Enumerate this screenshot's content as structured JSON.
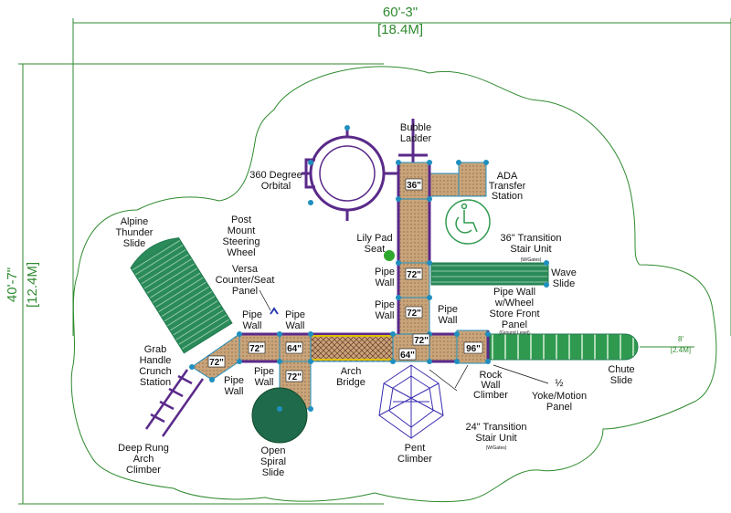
{
  "dimensions": {
    "width_ft": "60'-3\"",
    "width_m": "[18.4M]",
    "depth_ft": "40'-7\"",
    "depth_m": "[12.4M]",
    "slide_ft": "8'",
    "slide_m": "[2.4M]"
  },
  "labels": {
    "bubble_ladder": [
      "Bubble",
      "Ladder"
    ],
    "ada_transfer": [
      "ADA",
      "Transfer",
      "Station"
    ],
    "orbital": [
      "360 Degree",
      "Orbital"
    ],
    "alpine_slide": [
      "Alpine",
      "Thunder",
      "Slide"
    ],
    "post_mount": [
      "Post",
      "Mount",
      "Steering",
      "Wheel"
    ],
    "lily_pad": [
      "Lily Pad",
      "Seat"
    ],
    "transition_36": [
      "36\" Transition",
      "Stair Unit"
    ],
    "transition_36_note": "(W/Gates)",
    "versa_counter": [
      "Versa",
      "Counter/Seat",
      "Panel"
    ],
    "pipe_wall_center_top": [
      "Pipe",
      "Wall"
    ],
    "wave_slide": [
      "Wave",
      "Slide"
    ],
    "pipe_wall_wheel": [
      "Pipe Wall",
      "w/Wheel"
    ],
    "pipe_wall_center_mid": [
      "Pipe",
      "Wall"
    ],
    "pipe_wall_right": [
      "Pipe",
      "Wall"
    ],
    "store_front": [
      "Store Front",
      "Panel"
    ],
    "store_front_note": "(Ground Level)",
    "pipe_wall_left_a": [
      "Pipe",
      "Wall"
    ],
    "pipe_wall_left_b": [
      "Pipe",
      "Wall"
    ],
    "grab_handle": [
      "Grab",
      "Handle",
      "Crunch",
      "Station"
    ],
    "pipe_wall_bottom_a": [
      "Pipe",
      "Wall"
    ],
    "pipe_wall_bottom_b": [
      "Pipe",
      "Wall"
    ],
    "arch_bridge": [
      "Arch",
      "Bridge"
    ],
    "rock_wall": [
      "Rock",
      "Wall",
      "Climber"
    ],
    "yoke_motion": [
      "½",
      "Yoke/Motion",
      "Panel"
    ],
    "chute_slide": [
      "Chute",
      "Slide"
    ],
    "transition_24": [
      "24\" Transition",
      "Stair Unit"
    ],
    "transition_24_note": "(W/Gates)",
    "deep_rung": [
      "Deep Rung",
      "Arch",
      "Climber"
    ],
    "open_spiral": [
      "Open",
      "Spiral",
      "Slide"
    ],
    "pent_climber": [
      "Pent",
      "Climber"
    ]
  },
  "deck_heights": {
    "d36": "36\"",
    "d72a": "72\"",
    "d72b": "72\"",
    "d72c": "72\"",
    "d72d": "72\"",
    "d72e": "72\"",
    "d64a": "64\"",
    "d64b": "64\"",
    "d72f": "72\"",
    "d96": "96\""
  },
  "colors": {
    "boundary": "#2f8a2f",
    "deck_fill": "#c9a47a",
    "post": "#1f8fbf",
    "frame": "#5a2a8a",
    "slide": "#1f7a4f",
    "climber": "#3a2fb0",
    "accent_yellow": "#e0c000"
  }
}
